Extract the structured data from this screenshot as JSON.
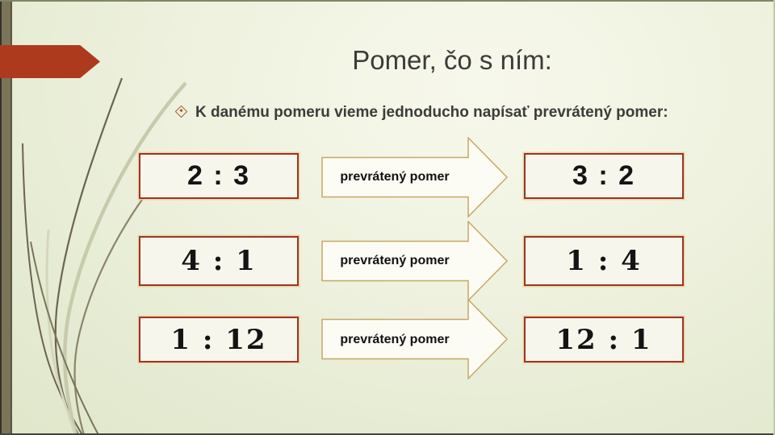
{
  "slide": {
    "title": "Pomer, čo s ním:",
    "bullet_text": "K danému pomeru vieme jednoducho napísať prevrátený pomer:",
    "arrow_label": "prevrátený pomer",
    "rows": [
      {
        "left": "2 : 3",
        "right": "3 : 2"
      },
      {
        "left": "4 : 1",
        "right": "1 : 4"
      },
      {
        "left": "1 : 12",
        "right": "12 : 1"
      }
    ],
    "colors": {
      "accent_arrow_red": "#AE3A1E",
      "box_border_maroon": "#9A3523",
      "box_fill_cream": "#F7F6EC",
      "arrow_outline_tan": "#C8A765",
      "sidebar_olive": "#7A7459",
      "title_text": "#3B3B39",
      "background_light": "#F7F8EC",
      "background_dark": "#DEE5C8"
    }
  }
}
